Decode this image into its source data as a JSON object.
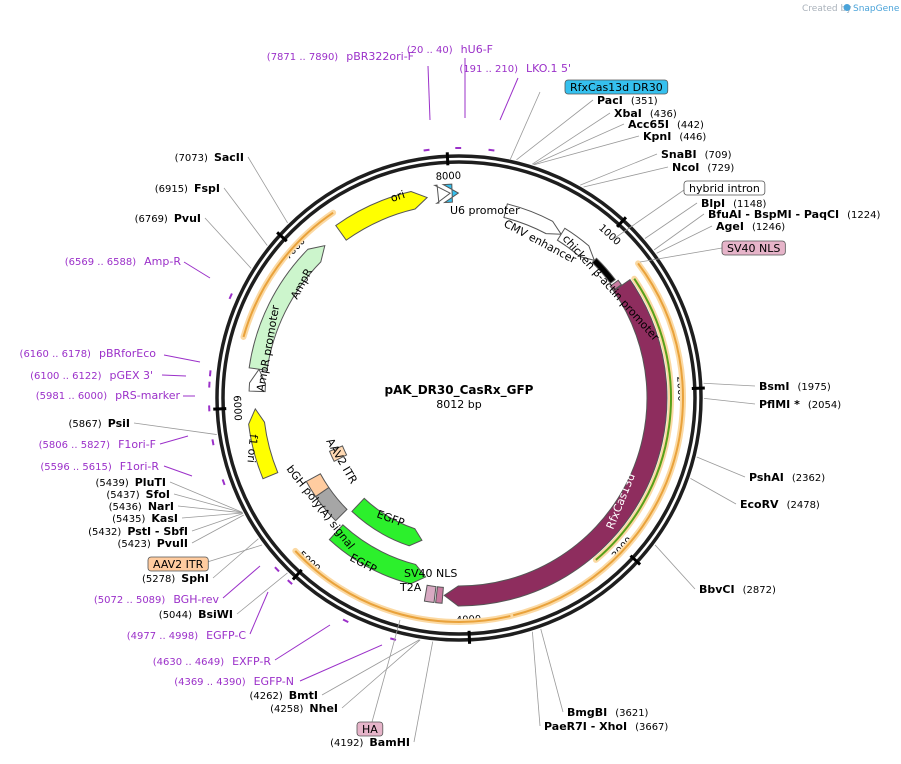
{
  "header": {
    "credit_prefix": "Created by",
    "credit_brand": "SnapGene"
  },
  "map": {
    "name": "pAK_DR30_CasRx_GFP",
    "size_label": "8012 bp",
    "total_bp": 8012
  },
  "ticks": [
    {
      "bp": 1000,
      "label": "1000"
    },
    {
      "bp": 2000,
      "label": "2000"
    },
    {
      "bp": 3000,
      "label": "3000"
    },
    {
      "bp": 4000,
      "label": "4000"
    },
    {
      "bp": 5000,
      "label": "5000"
    },
    {
      "bp": 6000,
      "label": "6000"
    },
    {
      "bp": 7000,
      "label": "7000"
    },
    {
      "bp": 8000,
      "label": "8000"
    }
  ],
  "sites": [
    {
      "id": "paci",
      "name": "PacI",
      "pos": "(351)",
      "bp": 351
    },
    {
      "id": "xbai",
      "name": "XbaI",
      "pos": "(436)",
      "bp": 436
    },
    {
      "id": "acc65i",
      "name": "Acc65I",
      "pos": "(442)",
      "bp": 442
    },
    {
      "id": "kpni",
      "name": "KpnI",
      "pos": "(446)",
      "bp": 446
    },
    {
      "id": "snabi",
      "name": "SnaBI",
      "pos": "(709)",
      "bp": 709
    },
    {
      "id": "ncoi",
      "name": "NcoI",
      "pos": "(729)",
      "bp": 729
    },
    {
      "id": "blpi",
      "name": "BlpI",
      "pos": "(1148)",
      "bp": 1148
    },
    {
      "id": "bfuai",
      "name": "BfuAI  - BspMI   - PaqCI",
      "pos": "(1224)",
      "bp": 1224
    },
    {
      "id": "agei",
      "name": "AgeI",
      "pos": "(1246)",
      "bp": 1246
    },
    {
      "id": "bsmi",
      "name": "BsmI",
      "pos": "(1975)",
      "bp": 1975
    },
    {
      "id": "pfimi",
      "name": "PflMI *",
      "pos": "(2054)",
      "bp": 2054
    },
    {
      "id": "pshai",
      "name": "PshAI",
      "pos": "(2362)",
      "bp": 2362
    },
    {
      "id": "ecorv",
      "name": "EcoRV",
      "pos": "(2478)",
      "bp": 2478
    },
    {
      "id": "bbvci",
      "name": "BbvCI",
      "pos": "(2872)",
      "bp": 2872
    },
    {
      "id": "bmgbi",
      "name": "BmgBI",
      "pos": "(3621)",
      "bp": 3621
    },
    {
      "id": "paer7i",
      "name": "PaeR7I  - XhoI",
      "pos": "(3667)",
      "bp": 3667
    },
    {
      "id": "bamhi",
      "name": "BamHI",
      "pos": "(4192)",
      "bp": 4192
    },
    {
      "id": "nhei",
      "name": "NheI",
      "pos": "(4258)",
      "bp": 4258
    },
    {
      "id": "bmti",
      "name": "BmtI",
      "pos": "(4262)",
      "bp": 4262
    },
    {
      "id": "bsiwi",
      "name": "BsiWI",
      "pos": "(5044)",
      "bp": 5044
    },
    {
      "id": "sphi",
      "name": "SphI",
      "pos": "(5278)",
      "bp": 5278
    },
    {
      "id": "pvuii",
      "name": "PvuII",
      "pos": "(5423)",
      "bp": 5423
    },
    {
      "id": "psti",
      "name": "PstI   - SbfI",
      "pos": "(5432)",
      "bp": 5432
    },
    {
      "id": "kasi",
      "name": "KasI",
      "pos": "(5435)",
      "bp": 5435
    },
    {
      "id": "nari",
      "name": "NarI",
      "pos": "(5436)",
      "bp": 5436
    },
    {
      "id": "sfoi",
      "name": "SfoI",
      "pos": "(5437)",
      "bp": 5437
    },
    {
      "id": "pluti",
      "name": "PluTI",
      "pos": "(5439)",
      "bp": 5439
    },
    {
      "id": "psii",
      "name": "PsiI",
      "pos": "(5867)",
      "bp": 5867
    },
    {
      "id": "pvui",
      "name": "PvuI",
      "pos": "(6769)",
      "bp": 6769
    },
    {
      "id": "fspi",
      "name": "FspI",
      "pos": "(6915)",
      "bp": 6915
    },
    {
      "id": "sacii",
      "name": "SacII",
      "pos": "(7073)",
      "bp": 7073
    }
  ],
  "primers": [
    {
      "id": "pbr322ori-f",
      "name": "pBR322ori-F",
      "pos": "(7871 .. 7890)",
      "bp": 7880
    },
    {
      "id": "hu6-f",
      "name": "hU6-F",
      "pos": "(20 .. 40)",
      "bp": 30
    },
    {
      "id": "lko1-5",
      "name": "LKO.1 5'",
      "pos": "(191 .. 210)",
      "bp": 200
    },
    {
      "id": "amp-r",
      "name": "Amp-R",
      "pos": "(6569 .. 6588)",
      "bp": 6578
    },
    {
      "id": "pbrforeco",
      "name": "pBRforEco",
      "pos": "(6160 .. 6178)",
      "bp": 6169
    },
    {
      "id": "pgex-3",
      "name": "pGEX 3'",
      "pos": "(6100 .. 6122)",
      "bp": 6111
    },
    {
      "id": "prs-marker",
      "name": "pRS-marker",
      "pos": "(5981 .. 6000)",
      "bp": 5990
    },
    {
      "id": "f1ori-f",
      "name": "F1ori-F",
      "pos": "(5806 .. 5827)",
      "bp": 5816
    },
    {
      "id": "f1ori-r",
      "name": "F1ori-R",
      "pos": "(5596 .. 5615)",
      "bp": 5605
    },
    {
      "id": "bgh-rev",
      "name": "BGH-rev",
      "pos": "(5072 .. 5089)",
      "bp": 5080
    },
    {
      "id": "egfp-c",
      "name": "EGFP-C",
      "pos": "(4977 .. 4998)",
      "bp": 4987
    },
    {
      "id": "exfp-r",
      "name": "EXFP-R",
      "pos": "(4630 .. 4649)",
      "bp": 4640
    },
    {
      "id": "egfp-n",
      "name": "EGFP-N",
      "pos": "(4369 .. 4390)",
      "bp": 4380
    }
  ],
  "boxed_features": [
    {
      "id": "rfxcas13d-dr30",
      "name": "RfxCas13d DR30",
      "bp": 150,
      "fill": "#35c0ee"
    },
    {
      "id": "hybrid-intron",
      "name": "hybrid intron",
      "bp": 1040,
      "fill": "#ffffff"
    },
    {
      "id": "sv40-nls-box",
      "name": "SV40 NLS",
      "bp": 1265,
      "fill": "#e6b4c9"
    },
    {
      "id": "aav2-itr-box",
      "name": "AAV2 ITR",
      "bp": 5330,
      "fill": "#ffcca0"
    },
    {
      "id": "ha-box",
      "name": "HA",
      "bp": 4170,
      "fill": "#e6b4c9"
    }
  ],
  "features": [
    {
      "id": "u6-promoter",
      "label": "U6 promoter",
      "fill": "#ffffff"
    },
    {
      "id": "cmv-enhancer",
      "label": "CMV enhancer",
      "fill": "#ffffff"
    },
    {
      "id": "chicken-actin-promoter",
      "label": "chicken β-actin promoter",
      "fill": "#ffffff"
    },
    {
      "id": "rfxcas13d",
      "label": "RfxCas13d",
      "fill": "#8e2d5e"
    },
    {
      "id": "sv40-nls",
      "label": "SV40 NLS",
      "fill": "#c87ba0"
    },
    {
      "id": "t2a",
      "label": "T2A",
      "fill": "#d8a9c2"
    },
    {
      "id": "egfp-inner",
      "label": "EGFP",
      "fill": "#2cf02c"
    },
    {
      "id": "egfp-outer",
      "label": "EGFP",
      "fill": "#2cf02c"
    },
    {
      "id": "bgh-polya",
      "label": "bGH poly(A) signal",
      "fill": "#a6a6a6"
    },
    {
      "id": "aav2-itr",
      "label": "AAV2 ITR",
      "fill": "#ffd9b3"
    },
    {
      "id": "f1-ori",
      "label": "f1 ori",
      "fill": "#ffff00"
    },
    {
      "id": "ampr-promoter",
      "label": "AmpR promoter",
      "fill": "#ffffff"
    },
    {
      "id": "ampr",
      "label": "AmpR",
      "fill": "#ccf5cc"
    },
    {
      "id": "ori",
      "label": "ori",
      "fill": "#ffff00"
    }
  ],
  "colors": {
    "site": "#000000",
    "primer": "#9b30c9",
    "orf": "#e9a23b",
    "orf_inner": "#57a01a",
    "backbone": "#1e1e1e"
  }
}
